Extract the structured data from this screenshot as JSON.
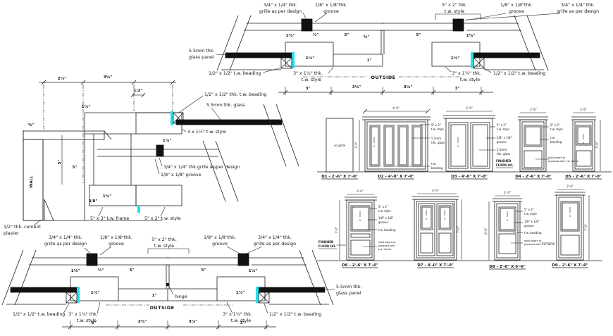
{
  "drawing": {
    "title": "Door plan and section working drawing",
    "colors": {
      "glass_accent": "#1fe3ee",
      "line": "#1c1c1c",
      "background": "#ffffff"
    },
    "notes": {
      "grille_l1": "3/4\" x 1/4\" thk.",
      "grille_l2": "grille as per design",
      "groove_l1": "1/8\" x 1/8\"thk.",
      "groove_l2": "groove",
      "stile52_l1": "5\" x 2\" thk.",
      "stile52_l2": "t.w. style",
      "glass_panel_l1": "5.5mm thk.",
      "glass_panel_l2": "glass panel",
      "beading": "1/2\" x 1/2\" t.w. beading",
      "stile3_l1": "3\" x 1¼\" thk.",
      "stile3_l2": "t.w. style",
      "outside": "OUTSIDE",
      "hinge": "hinge"
    },
    "left_section": {
      "beading_full": "1/2\" x 1/2\" thk. t.w. beading",
      "glass": "5.5mm thk. glass",
      "stile315": "3 x 1½\" t.w. style",
      "grille_inline": "3/4\" x 1/4\" thk.grille as/per design",
      "groove_inline": "1/8\" x 1/8\" groove",
      "frame53": "5\" x 3\" t.w. frame",
      "stile52": "5\" x 2\" t.w. style",
      "plaster1": "1/2\" thk. cement",
      "plaster2": "plaster",
      "wall": "WALL"
    },
    "dims": {
      "d3": "3\"",
      "d3q": "3¼\"",
      "d5": "5\"",
      "d1q": "1¼\"",
      "dhalf": "1/2\"",
      "dh": "½\"",
      "d1h": "1½\"",
      "d2h": "2½\"",
      "d38": "3/8\"",
      "d1": "1\"",
      "d34": "¾\""
    },
    "elevations": {
      "floor1": "FINISHED",
      "floor2": "FLOOR LVL.",
      "annot_style1": "5\" x 2\"",
      "annot_style2": "t.w. style",
      "annot_groove1": "1/8\" x 1/8\"",
      "annot_groove2": "groove",
      "annot_glass1": "5.5mm",
      "annot_glass2": "thk. glass",
      "annot_bead1": "t.w.",
      "annot_bead2": "beading",
      "annot_bead": "t.w. beading",
      "annot_solid1": "solid board or",
      "annot_solid2": "plywood with",
      "annot_solid3": "t.w. frame",
      "annot_solid_inline2": "plywood with t.w. frame",
      "flush_note": "no grille",
      "panel_mark": "5",
      "w40": "4'-0\"",
      "w26": "2'-6\"",
      "w20": "2'-0\"",
      "h70": "7'-0\"",
      "h66": "6'-6\"",
      "row1": [
        {
          "label": "D1 - 2'-6\" X 7'-0\""
        },
        {
          "label": "D2 - 4'-0\" X 7'-0\""
        },
        {
          "label": "D3 - 4'-0\" X 7'-0\""
        },
        {
          "label": "D4 - 2'-6\" X 7'-0\""
        },
        {
          "label": "D5 - 2'-6\" X 7'-0\""
        }
      ],
      "row2": [
        {
          "label": "D6 - 2'-6\" X 7'-0\""
        },
        {
          "label": "D7 - 4'-0\" X 7'-0\""
        },
        {
          "label": "D8 - 2'-0\" X 6'-6\""
        },
        {
          "label": "D9 - 2'-6\" X 7'-0\""
        }
      ]
    }
  }
}
